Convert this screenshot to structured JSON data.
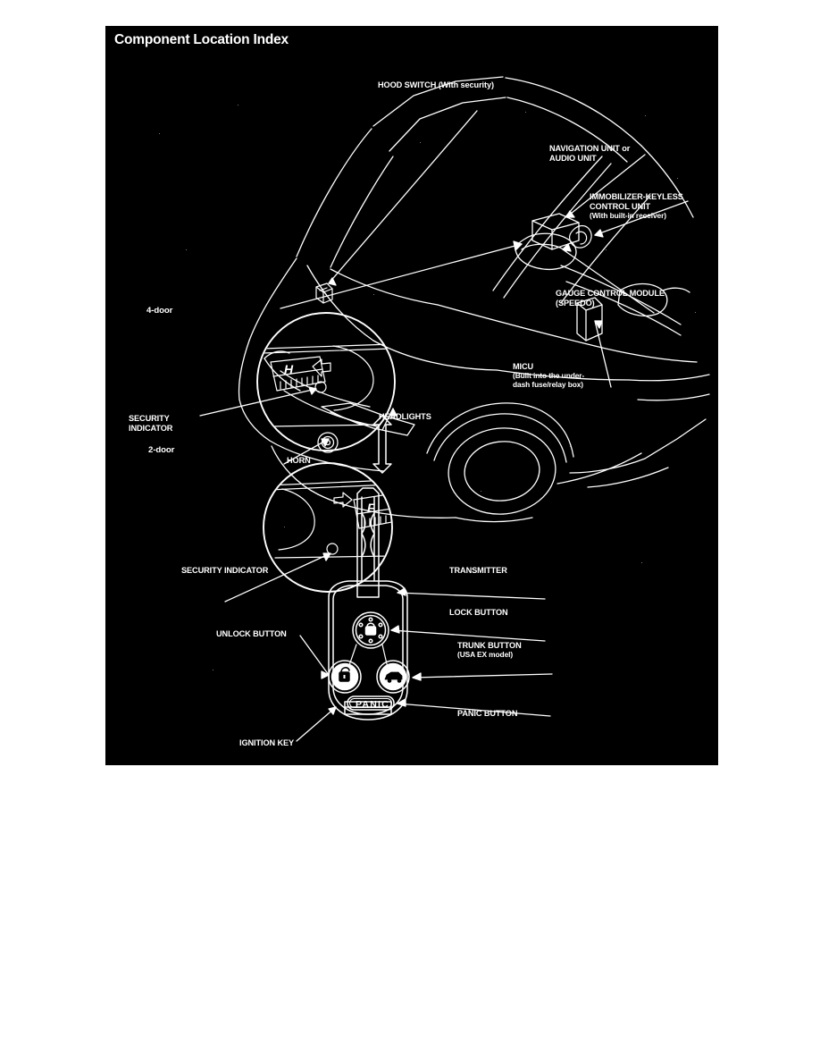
{
  "page": {
    "background_color": "#ffffff",
    "panel_background_color": "#000000",
    "line_color": "#ffffff"
  },
  "header": {
    "title": "Component Location Index"
  },
  "diagram": {
    "subject": "vehicle-component-location-diagram",
    "labels": {
      "hood_switch": "HOOD SWITCH (With security)",
      "navigation_unit_line1": "NAVIGATION UNIT or",
      "navigation_unit_line2": "AUDIO UNIT",
      "immobilizer_line1": "IMMOBILIZER-KEYLESS",
      "immobilizer_line2": "CONTROL UNIT",
      "immobilizer_line3": "(With built-in receiver)",
      "gauge_line1": "GAUGE CONTROL MODULE",
      "gauge_line2": "(SPEEDO)",
      "micu_line1": "MICU",
      "micu_line2": "(Built into the under-",
      "micu_line3": "dash fuse/relay box)",
      "headlights": "HEADLIGHTS",
      "horn": "HORN",
      "four_door": "4-door",
      "two_door": "2-door",
      "security_indicator_top_line1": "SECURITY",
      "security_indicator_top_line2": "INDICATOR",
      "security_indicator_bottom": "SECURITY INDICATOR",
      "transmitter": "TRANSMITTER",
      "lock_button": "LOCK BUTTON",
      "unlock_button": "UNLOCK BUTTON",
      "trunk_button_line1": "TRUNK BUTTON",
      "trunk_button_line2": "(USA EX model)",
      "panic_button": "PANIC BUTTON",
      "ignition_key": "IGNITION KEY"
    },
    "key_fob": {
      "panic_text": "PANIC",
      "badge_text": "H"
    }
  }
}
